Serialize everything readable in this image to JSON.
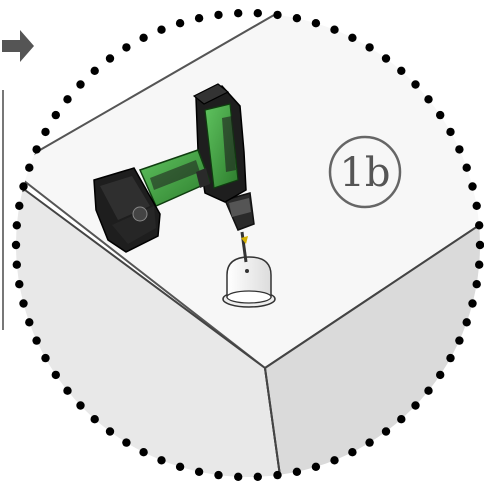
{
  "step": {
    "label": "1b"
  },
  "icons": {
    "arrow": "right-arrow-icon",
    "drill": "cordless-drill",
    "fitting": "dome-cap-fitting"
  },
  "colors": {
    "drill_green": "#3a9a3a",
    "drill_black": "#1e1e1e",
    "dots": "#000000",
    "label_stroke": "#666666",
    "box_top": "#f7f7f7",
    "box_front": "#e6e6e6",
    "box_right": "#d9d9d9"
  }
}
